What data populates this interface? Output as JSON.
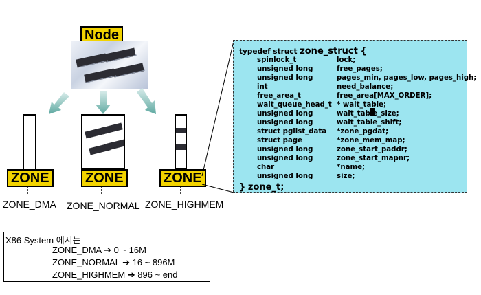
{
  "node": {
    "label": "Node"
  },
  "zones": [
    {
      "box_label": "ZONE",
      "name": "ZONE_DMA"
    },
    {
      "box_label": "ZONE",
      "name": "ZONE_NORMAL"
    },
    {
      "box_label": "ZONE",
      "name": "ZONE_HIGHMEM"
    }
  ],
  "code": {
    "header_prefix": "typedef struct",
    "struct_name": "zone_struct",
    "open_brace": "{",
    "fields": [
      {
        "type": "spinlock_t",
        "name": "lock;"
      },
      {
        "type": "unsigned long",
        "name": "free_pages;"
      },
      {
        "type": "unsigned long",
        "name": "pages_min, pages_low, pages_high;"
      },
      {
        "type": "int",
        "name": "need_balance;"
      },
      {
        "type": "free_area_t",
        "name": "free_area[MAX_ORDER];"
      },
      {
        "type": "wait_queue_head_t",
        "name": "* wait_table;"
      },
      {
        "type": "unsigned long",
        "name": "wait_table_size;"
      },
      {
        "type": "unsigned long",
        "name": "wait_table_shift;"
      },
      {
        "type": "struct pglist_data",
        "name": " *zone_pgdat;"
      },
      {
        "type": "struct page",
        "name": "*zone_mem_map;"
      },
      {
        "type": "unsigned long",
        "name": "zone_start_paddr;"
      },
      {
        "type": "unsigned long",
        "name": "zone_start_mapnr;"
      },
      {
        "type": "char",
        "name": "*name;"
      },
      {
        "type": "unsigned long",
        "name": "size;"
      }
    ],
    "footer_brace": "}",
    "footer_name": "zone_t;"
  },
  "info": {
    "title": "X86 System 에서는",
    "lines": [
      "ZONE_DMA ➔ 0 ~ 16M",
      "ZONE_NORMAL ➔ 16 ~ 896M",
      "ZONE_HIGHMEM ➔ 896 ~ end"
    ]
  },
  "colors": {
    "label_fill": "#f2d300",
    "code_panel": "#9ce5f0",
    "arrow": "#6fb7b0"
  },
  "icons": [
    "chip-image",
    "down-arrow-icon"
  ]
}
